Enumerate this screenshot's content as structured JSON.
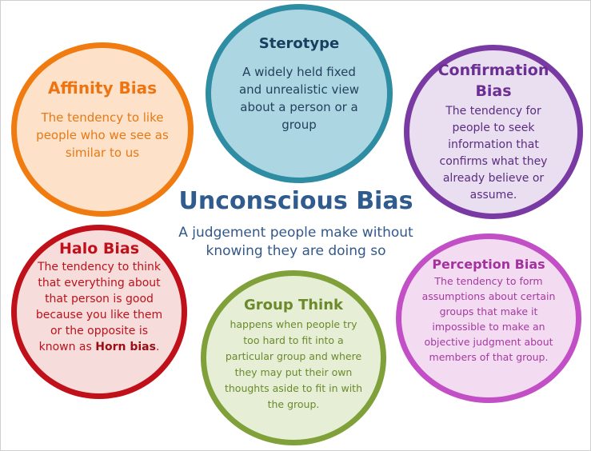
{
  "center": {
    "title": "Unconscious Bias",
    "subtitle": "A judgement people make without knowing they are doing so"
  },
  "circles": {
    "stereotype": {
      "title": "Sterotype",
      "desc": "A widely held fixed and unrealistic view about a person or a group",
      "color": "#2e8ca3"
    },
    "affinity": {
      "title": "Affinity Bias",
      "desc": "The tendency to like people who we see as similar to us",
      "color": "#f07b11"
    },
    "confirmation": {
      "title": "Confirmation Bias",
      "desc": "The tendency for people to seek information that confirms what they already believe or assume.",
      "color": "#7a3aa3"
    },
    "halo": {
      "title": "Halo Bias",
      "desc": "The tendency to think that everything about that person is good because you like them or the opposite is known as",
      "desc_bold": "Horn bias",
      "desc_end": ".",
      "color": "#c0101a"
    },
    "group_think": {
      "title": "Group Think",
      "desc": "happens when people try too hard to fit into a particular group and where they may put their own thoughts aside to fit in with the group.",
      "color": "#80a13a"
    },
    "perception": {
      "title": "Perception Bias",
      "desc": "The tendency to form assumptions about certain groups that make it impossible to make an objective judgment about members of that group.",
      "color": "#c24fc6"
    }
  }
}
